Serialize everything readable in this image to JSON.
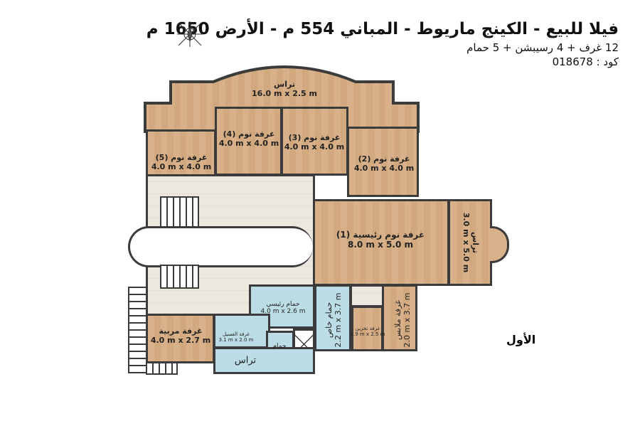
{
  "header": {
    "title": "فيلا للبيع - الكينج ماريوط - المباني 554 م - الأرض 1650 م",
    "subtitle": "12 غرف + 4 رسيبشن + 5 حمام",
    "code": "كود : 018678"
  },
  "floor_label": "الأول",
  "rooms": {
    "terrace_top": {
      "name": "تراس",
      "dim": "16.0 m x 2.5 m"
    },
    "bed5": {
      "name": "غرفة نوم (5)",
      "dim": "4.0 m x 4.0 m"
    },
    "bed4": {
      "name": "غرفة نوم (4)",
      "dim": "4.0 m x 4.0 m"
    },
    "bed3": {
      "name": "غرفة نوم (3)",
      "dim": "4.0 m x 4.0 m"
    },
    "bed2": {
      "name": "غرفة نوم (2)",
      "dim": "4.0 m x 4.0 m"
    },
    "master": {
      "name": "غرفة نوم رئيسية (1)",
      "dim": "8.0 m x 5.0 m"
    },
    "terrace_right": {
      "name": "تراس",
      "dim": "3.0 m x 5.0 m"
    },
    "main_bath": {
      "name": "حمام رئيسي",
      "dim": "4.0 m x 2.6 m"
    },
    "private_bath": {
      "name": "حمام خاص",
      "dim": "2.2 m x 3.7 m"
    },
    "storage": {
      "name": "غرفة تخزين",
      "dim": "1.9 m x 2.5 m"
    },
    "closet": {
      "name": "غرفة ملابس",
      "dim": "2.0 m x 3.7 m"
    },
    "nanny": {
      "name": "غرفة مربية",
      "dim": "4.0 m x 2.7 m"
    },
    "laundry": {
      "name": "غرفة الغسيل",
      "dim": "3.1 m x 2.0 m"
    },
    "small_bath": {
      "name": "حمام"
    },
    "terrace_bottom": {
      "name": "تراس"
    }
  },
  "colors": {
    "wood": "#d8b089",
    "hall": "#ece7df",
    "wet": "#bcdde5",
    "wall": "#3b3b3b"
  }
}
